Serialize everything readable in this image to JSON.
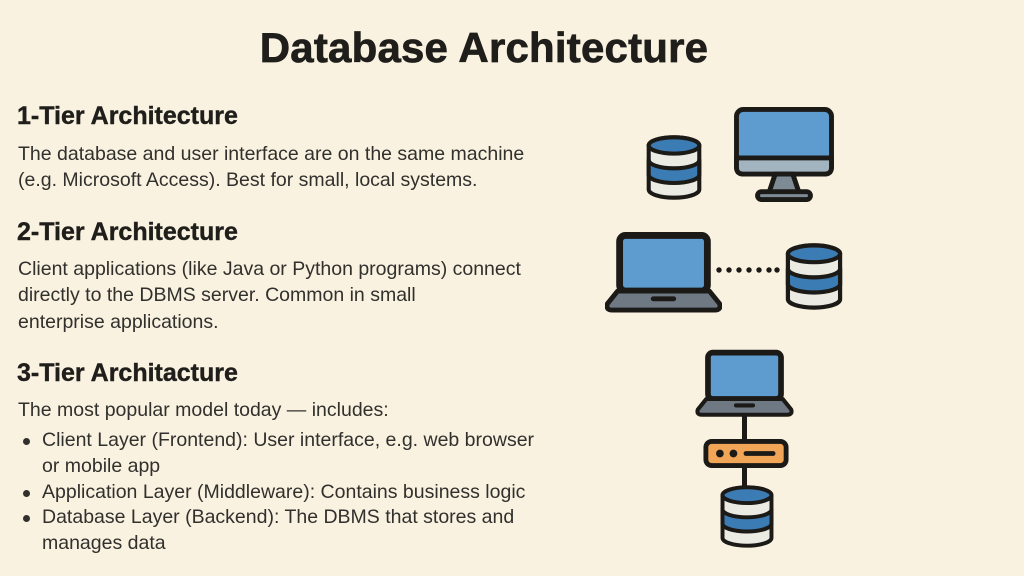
{
  "title": "Database Architecture",
  "colors": {
    "background": "#F9F2E1",
    "text": "#1F1E1B",
    "body_text": "#31302C",
    "outline": "#1C1A16",
    "screen_blue": "#5E9CD0",
    "db_blue": "#3C7CB4",
    "db_light": "#EBEBE4",
    "deck_gray": "#6E7983",
    "strip_gray": "#A2B4BF",
    "stand_gray": "#7E8B95",
    "middleware_orange": "#F1A556"
  },
  "sections": [
    {
      "heading": "1-Tier Architecture",
      "body_lines": [
        "The database and user interface are on the same machine",
        "(e.g. Microsoft Access). Best for small, local systems."
      ],
      "icons": [
        "database-icon",
        "desktop-monitor-icon"
      ]
    },
    {
      "heading": "2-Tier Architecture",
      "body_lines": [
        "Client applications (like Java or Python programs) connect",
        "directly to the DBMS server. Common in small",
        "enterprise applications."
      ],
      "icons": [
        "laptop-icon",
        "dotted-connector",
        "database-icon"
      ]
    },
    {
      "heading": "3-Tier Architacture",
      "intro": "The most popular model today — includes:",
      "bullets": [
        [
          "Client Layer (Frontend): User interface, e.g. web browser",
          "or mobile app"
        ],
        [
          "Application Layer (Middleware): Contains business logic"
        ],
        [
          "Database Layer (Backend): The DBMS that stores and",
          "manages data"
        ]
      ],
      "icons": [
        "laptop-icon",
        "connector-line",
        "middleware-server-icon",
        "connector-line",
        "database-icon"
      ]
    }
  ]
}
